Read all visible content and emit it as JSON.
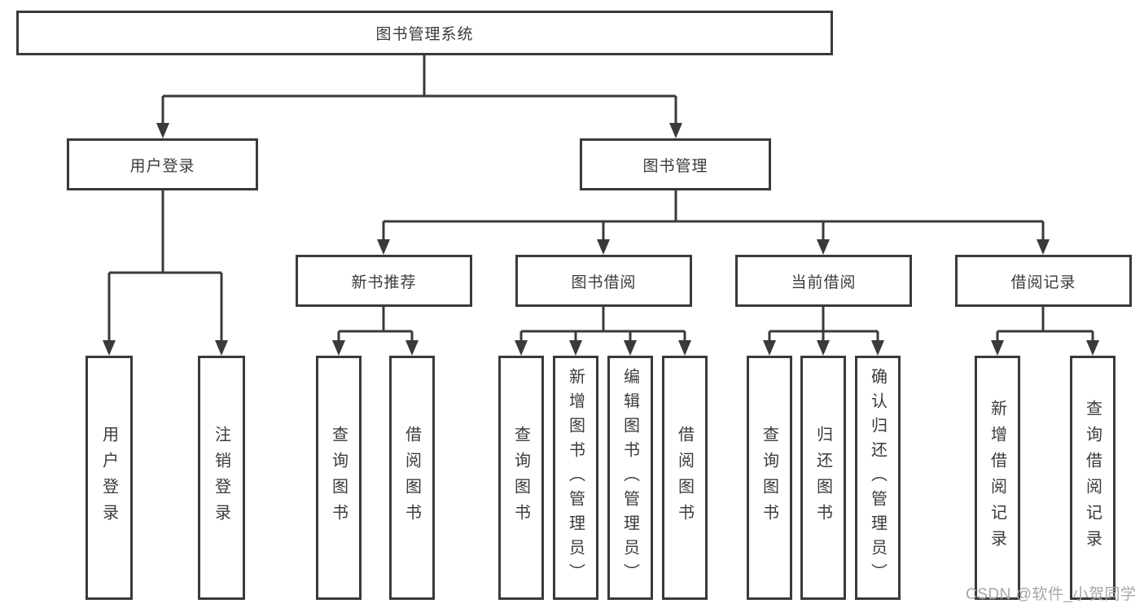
{
  "nodes": {
    "root": "图书管理系统",
    "user_login": "用户登录",
    "book_management": "图书管理",
    "new_book_recommend": "新书推荐",
    "book_borrow": "图书借阅",
    "current_borrow": "当前借阅",
    "borrow_records": "借阅记录",
    "leaves": {
      "user_login": [
        "用户登录",
        "注销登录"
      ],
      "new_book_recommend": [
        "查询图书",
        "借阅图书"
      ],
      "book_borrow": [
        "查询图书",
        "新增图书（管理员）",
        "编辑图书（管理员）",
        "借阅图书"
      ],
      "current_borrow": [
        "查询图书",
        "归还图书",
        "确认归还（管理员）"
      ],
      "borrow_records": [
        "新增借阅记录",
        "查询借阅记录"
      ]
    }
  },
  "watermark": "CSDN @软件_小贺同学",
  "colors": {
    "line": "#3a3a3a",
    "box_border": "#3a3a3a",
    "text": "#3b3b3b",
    "watermark": "#a6a6a6",
    "background": "#ffffff"
  }
}
